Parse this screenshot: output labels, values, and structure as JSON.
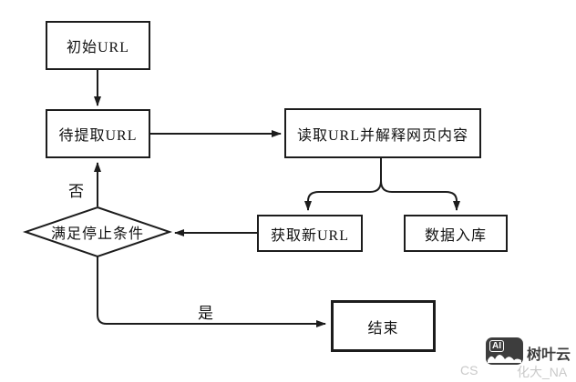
{
  "diagram": {
    "nodes": {
      "start": {
        "label": "初始URL"
      },
      "pending": {
        "label": "待提取URL"
      },
      "read": {
        "label": "读取URL并解释网页内容"
      },
      "new_url": {
        "label": "获取新URL"
      },
      "store": {
        "label": "数据入库"
      },
      "condition": {
        "label": "满足停止条件"
      },
      "end": {
        "label": "结束"
      }
    },
    "edge_labels": {
      "no": "否",
      "yes": "是"
    }
  },
  "watermark": {
    "logo_text": "AI",
    "brand": "树叶云",
    "handle_prefix": "CS",
    "handle_suffix": "化大_NA"
  },
  "colors": {
    "background": "#ffffff",
    "line": "#1c1c1c",
    "text": "#111111",
    "watermark_dark": "#3d3d3d",
    "watermark_gray": "#c9c9c9"
  }
}
